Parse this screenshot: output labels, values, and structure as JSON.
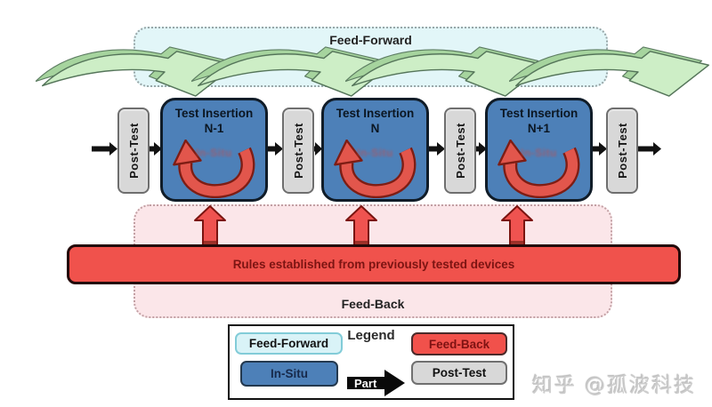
{
  "diagram": {
    "feed_forward_label": "Feed-Forward",
    "feed_back_label": "Feed-Back",
    "rules_banner": "Rules established from previously tested devices",
    "post_test_label": "Post-Test",
    "in_situ_label": "In-Situ",
    "test_insertions": [
      {
        "title": "Test Insertion",
        "subtitle": "N-1"
      },
      {
        "title": "Test Insertion",
        "subtitle": "N"
      },
      {
        "title": "Test Insertion",
        "subtitle": "N+1"
      }
    ]
  },
  "legend": {
    "title": "Legend",
    "feed_forward": "Feed-Forward",
    "feed_back": "Feed-Back",
    "in_situ": "In-Situ",
    "post_test": "Post-Test",
    "part_label": "Part"
  },
  "watermark": "知乎 @孤波科技",
  "colors": {
    "feed_forward_bg": "#e2f6f8",
    "feed_back_bg": "#fbe6e9",
    "in_situ_blue": "#4d80b8",
    "post_test_gray": "#d8d8d8",
    "feedback_red": "#f0524c",
    "arrow_green": "#cdeec6",
    "flow_black": "#111111"
  }
}
